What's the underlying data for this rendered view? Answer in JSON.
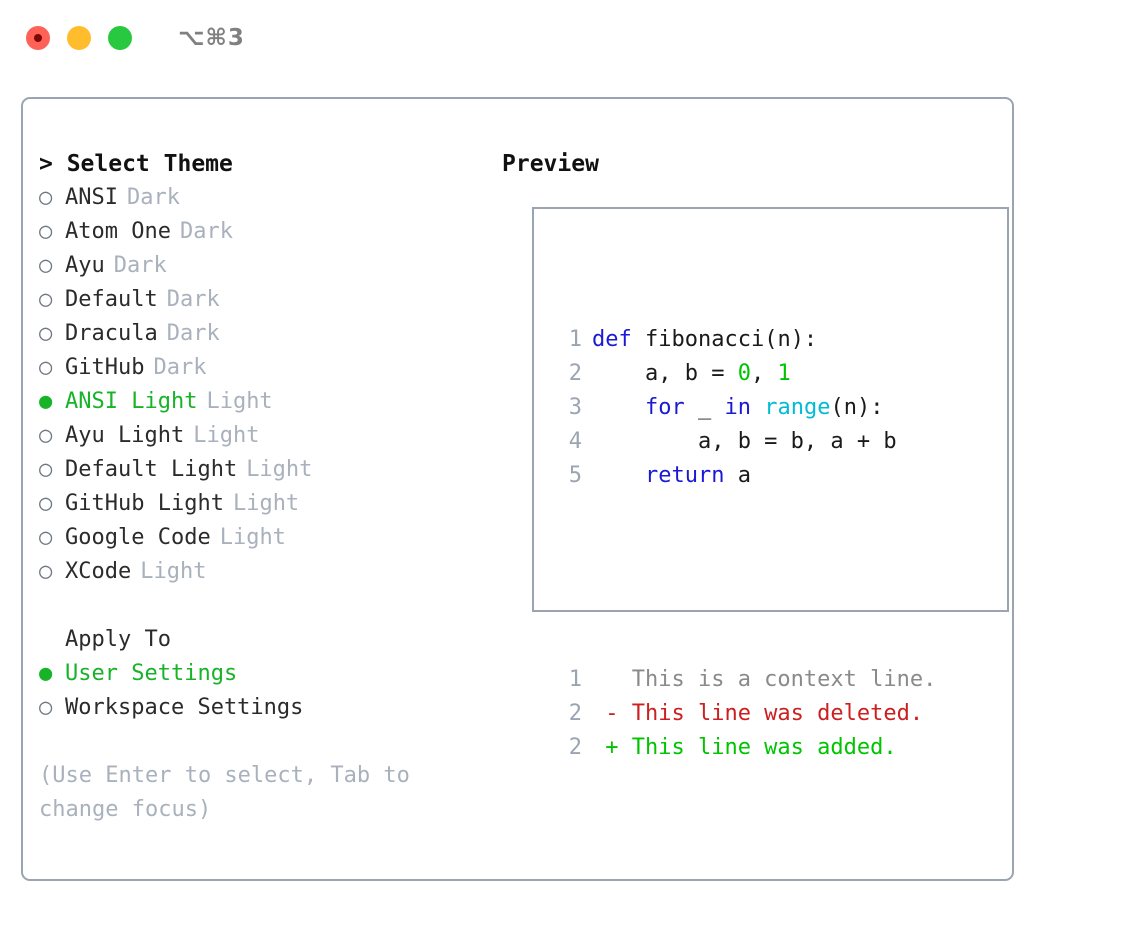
{
  "titlebar": {
    "shortcut": "⌥⌘3",
    "lights": [
      {
        "name": "close",
        "color": "#ff6057"
      },
      {
        "name": "minimize",
        "color": "#ffbd2e"
      },
      {
        "name": "maximize",
        "color": "#28c940"
      }
    ]
  },
  "theme_picker": {
    "heading": "> Select Theme",
    "items": [
      {
        "bullet": "○",
        "name": "ANSI",
        "variant": "Dark",
        "selected": false
      },
      {
        "bullet": "○",
        "name": "Atom One",
        "variant": "Dark",
        "selected": false
      },
      {
        "bullet": "○",
        "name": "Ayu",
        "variant": "Dark",
        "selected": false
      },
      {
        "bullet": "○",
        "name": "Default",
        "variant": "Dark",
        "selected": false
      },
      {
        "bullet": "○",
        "name": "Dracula",
        "variant": "Dark",
        "selected": false
      },
      {
        "bullet": "○",
        "name": "GitHub",
        "variant": "Dark",
        "selected": false
      },
      {
        "bullet": "●",
        "name": "ANSI Light",
        "variant": "Light",
        "selected": true
      },
      {
        "bullet": "○",
        "name": "Ayu Light",
        "variant": "Light",
        "selected": false
      },
      {
        "bullet": "○",
        "name": "Default Light",
        "variant": "Light",
        "selected": false
      },
      {
        "bullet": "○",
        "name": "GitHub Light",
        "variant": "Light",
        "selected": false
      },
      {
        "bullet": "○",
        "name": "Google Code",
        "variant": "Light",
        "selected": false
      },
      {
        "bullet": "○",
        "name": "XCode",
        "variant": "Light",
        "selected": false
      }
    ]
  },
  "apply_to": {
    "heading": "Apply To",
    "items": [
      {
        "bullet": "●",
        "name": "User Settings",
        "selected": true
      },
      {
        "bullet": "○",
        "name": "Workspace Settings",
        "selected": false
      }
    ]
  },
  "hint": "(Use Enter to select, Tab to change focus)",
  "preview": {
    "heading": "Preview",
    "code_lines": [
      {
        "num": "1",
        "tokens": [
          {
            "t": "def",
            "c": "kw"
          },
          {
            "t": " fibonacci(n):",
            "c": "plain"
          }
        ]
      },
      {
        "num": "2",
        "tokens": [
          {
            "t": "    a, b = ",
            "c": "plain"
          },
          {
            "t": "0",
            "c": "num"
          },
          {
            "t": ", ",
            "c": "plain"
          },
          {
            "t": "1",
            "c": "num"
          }
        ]
      },
      {
        "num": "3",
        "tokens": [
          {
            "t": "    ",
            "c": "plain"
          },
          {
            "t": "for",
            "c": "kw"
          },
          {
            "t": " _ ",
            "c": "plain"
          },
          {
            "t": "in",
            "c": "kw"
          },
          {
            "t": " ",
            "c": "plain"
          },
          {
            "t": "range",
            "c": "fn"
          },
          {
            "t": "(n):",
            "c": "plain"
          }
        ]
      },
      {
        "num": "4",
        "tokens": [
          {
            "t": "        a, b = b, a + b",
            "c": "plain"
          }
        ]
      },
      {
        "num": "5",
        "tokens": [
          {
            "t": "    ",
            "c": "plain"
          },
          {
            "t": "return",
            "c": "kw"
          },
          {
            "t": " a",
            "c": "plain"
          }
        ]
      }
    ],
    "diff_lines": [
      {
        "num": "1",
        "tokens": [
          {
            "t": "   This is a context line.",
            "c": "ctx"
          }
        ]
      },
      {
        "num": "2",
        "tokens": [
          {
            "t": " - This line was deleted.",
            "c": "del"
          }
        ]
      },
      {
        "num": "2",
        "tokens": [
          {
            "t": " + This line was added.",
            "c": "add"
          }
        ]
      }
    ]
  },
  "colors": {
    "accent_green": "#17b328",
    "muted": "#a9b1bd",
    "border": "#9aa5b1",
    "keyword": "#1a1ad6",
    "function": "#00bcd4",
    "number": "#00c400",
    "diff_del": "#cc2020",
    "diff_add": "#00c400"
  }
}
